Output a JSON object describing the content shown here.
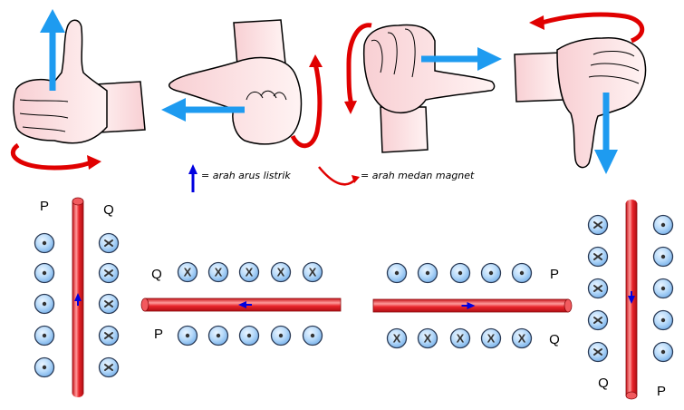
{
  "title": "Kaidah tangan kanan - arah arus listrik dan medan magnet",
  "colors": {
    "current_arrow": "#1E9BF0",
    "field_arrow": "#E00000",
    "wire": "#E8242A",
    "wire_highlight": "#FF8C8C",
    "circle_fill": "#A9D2F7",
    "circle_stroke": "#2A3A55",
    "skin": "#FAD9DB",
    "legend_arrow": "#0000E0"
  },
  "hands": [
    {
      "name": "thumb-up",
      "current_direction": "up",
      "field_rotation": "counterclockwise-bottom"
    },
    {
      "name": "thumb-left",
      "current_direction": "left",
      "field_rotation": "up-right"
    },
    {
      "name": "thumb-right",
      "current_direction": "right",
      "field_rotation": "down-left"
    },
    {
      "name": "thumb-down",
      "current_direction": "down",
      "field_rotation": "clockwise-top"
    }
  ],
  "legend": {
    "current_label": "=   arah arus listrik",
    "field_label": "=  arah medan magnet"
  },
  "wires": [
    {
      "orientation": "vertical",
      "current_direction": "up",
      "left_label": "P",
      "right_label": "Q",
      "left_symbols": [
        "dot",
        "dot",
        "dot",
        "dot",
        "dot"
      ],
      "right_symbols": [
        "x",
        "x",
        "x",
        "x",
        "x"
      ]
    },
    {
      "orientation": "horizontal",
      "current_direction": "left",
      "top_label": "Q",
      "bottom_label": "P",
      "top_symbols": [
        "X",
        "X",
        "X",
        "X",
        "X"
      ],
      "bottom_symbols": [
        "dot",
        "dot",
        "dot",
        "dot",
        "dot"
      ]
    },
    {
      "orientation": "horizontal",
      "current_direction": "right",
      "top_label": "P",
      "bottom_label": "Q",
      "top_symbols": [
        "dot",
        "dot",
        "dot",
        "dot",
        "dot"
      ],
      "bottom_symbols": [
        "X",
        "X",
        "X",
        "X",
        "X"
      ]
    },
    {
      "orientation": "vertical",
      "current_direction": "down",
      "left_label": "Q",
      "right_label": "P",
      "left_symbols": [
        "x",
        "x",
        "x",
        "x",
        "x"
      ],
      "right_symbols": [
        "dot",
        "dot",
        "dot",
        "dot",
        "dot"
      ]
    }
  ]
}
